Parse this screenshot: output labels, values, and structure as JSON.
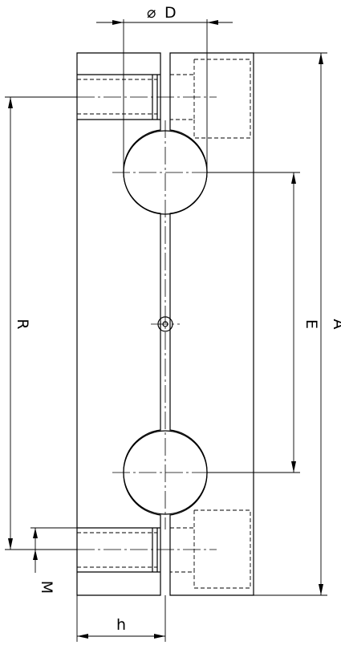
{
  "dimensions": {
    "diameter_symbol": "⌀",
    "diameter_label": "D",
    "A": "A",
    "E": "E",
    "R": "R",
    "M": "M",
    "h": "h"
  }
}
